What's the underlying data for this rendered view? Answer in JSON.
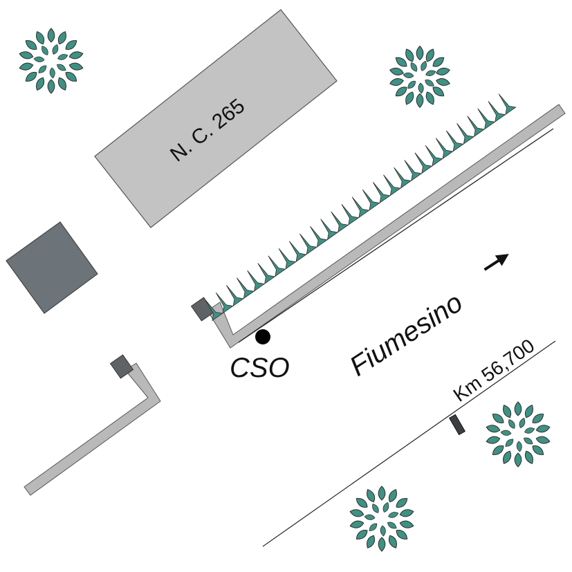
{
  "labels": {
    "building": "N. C. 265",
    "station": "CSO",
    "destination": "Fiumesino",
    "kilometer": "Km 56,700"
  },
  "colors": {
    "tree_fill": "#3f9184",
    "tree_stroke": "#2a2a2a",
    "building_light": "#c3c3c3",
    "building_dark": "#6c7479",
    "platform": "#b9b9b9",
    "signal_block": "#5f6366",
    "station_marker": "#000000"
  },
  "icons": {
    "tree": "tree-icon",
    "arrow": "arrow-right-icon",
    "station_marker": "station-dot-icon"
  }
}
